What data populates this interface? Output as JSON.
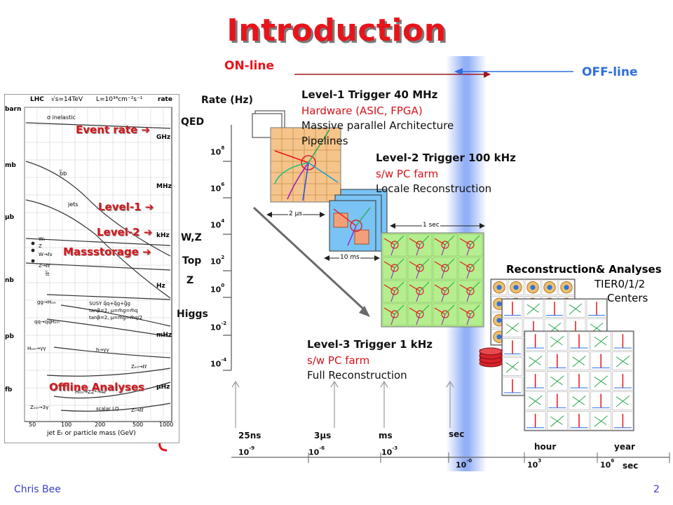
{
  "slide": {
    "title": "Introduction",
    "online_label": "ON-line",
    "offline_label": "OFF-line",
    "rate_axis_label": "Rate (Hz)",
    "rate_ticks": [
      "10",
      "8",
      "10",
      "6",
      "10",
      "4",
      "10",
      "2",
      "10",
      "0",
      "10",
      "-2",
      "10",
      "-4"
    ],
    "processes": {
      "qed": "QED",
      "wz": "W,Z",
      "top": "Top",
      "zprime": "Z",
      "higgs": "Higgs"
    },
    "left_markers": {
      "event_rate": "Event rate ➔",
      "level1": "Level-1 ➔",
      "level2": "Level-2 ➔",
      "massstorage": "Massstorage ➔",
      "offline": "Offline Analyses"
    },
    "xsec_plot": {
      "header_left": "LHC",
      "header_mid": "√s=14TeV",
      "header_right": "L=10³⁴cm⁻²s⁻¹",
      "left_units": [
        "barn",
        "mb",
        "μb",
        "nb",
        "pb",
        "fb"
      ],
      "right_label": "rate",
      "right_units": [
        "GHz",
        "MHz",
        "kHz",
        "Hz",
        "mHz",
        "μHz"
      ],
      "xlabel": "jet Eₜ or particle mass (GeV)",
      "xticks": [
        "50",
        "100",
        "200",
        "500",
        "1000"
      ],
      "annotations": [
        "σ inelastic",
        "b̅b",
        "jets",
        "Wₑ",
        "Z",
        "W→ℓν",
        "Z→ℓℓ",
        "t̅t",
        "gg→Hₛₘ",
        "SUSY q̅q+q̅g+g̅g",
        "tanβ=2, μ=m̃g=m̃q",
        "tanβ=2, μ=m̃g=m̃q/2",
        "qq→qqHₛₘ",
        "Hₛₘ→γγ",
        "h→γγ",
        "Hₛₘ→ZZ*→4ℓ",
        "Zₛₘ→3γ",
        "scalar LQ",
        "Zₑᵣₗ→ℓℓ",
        "Zₗ→ℓℓ"
      ]
    },
    "level1": {
      "head": "Level-1 Trigger 40 MHz",
      "sub": "Hardware (ASIC, FPGA)",
      "body1": "Massive parallel Architecture",
      "body2": "Pipelines"
    },
    "level2": {
      "head": "Level-2 Trigger 100 kHz",
      "sub": "s/w PC farm",
      "body1": "Locale Reconstruction"
    },
    "level3": {
      "head": "Level-3 Trigger 1 kHz",
      "sub": "s/w PC farm",
      "body1": "Full Reconstruction"
    },
    "reco": {
      "head": "Reconstruction& Analyses",
      "line2": "TIER0/1/2",
      "line3": "Centers"
    },
    "interval_labels": {
      "l1": "2 μs",
      "l2": "10 ms",
      "l3": "1 sec"
    },
    "time_labels": {
      "t1": "25ns",
      "t2": "3μs",
      "t3": "ms",
      "t4": "sec",
      "t5": "hour",
      "t6": "year",
      "unit": "sec"
    },
    "time_ticks": [
      "10",
      "-9",
      "10",
      "-6",
      "10",
      "-3",
      "10",
      "-0",
      "10",
      "3",
      "10",
      "6"
    ],
    "footer": {
      "author": "Chris Bee",
      "page": "2"
    },
    "colors": {
      "title": "#e8141b",
      "online": "#e8141b",
      "offline": "#2f6fe0",
      "footer": "#3b3ec9",
      "grid_bg": "#f5c48a",
      "l2_bg": "#79c3f5",
      "l3_bg": "#b4ee8e"
    }
  }
}
